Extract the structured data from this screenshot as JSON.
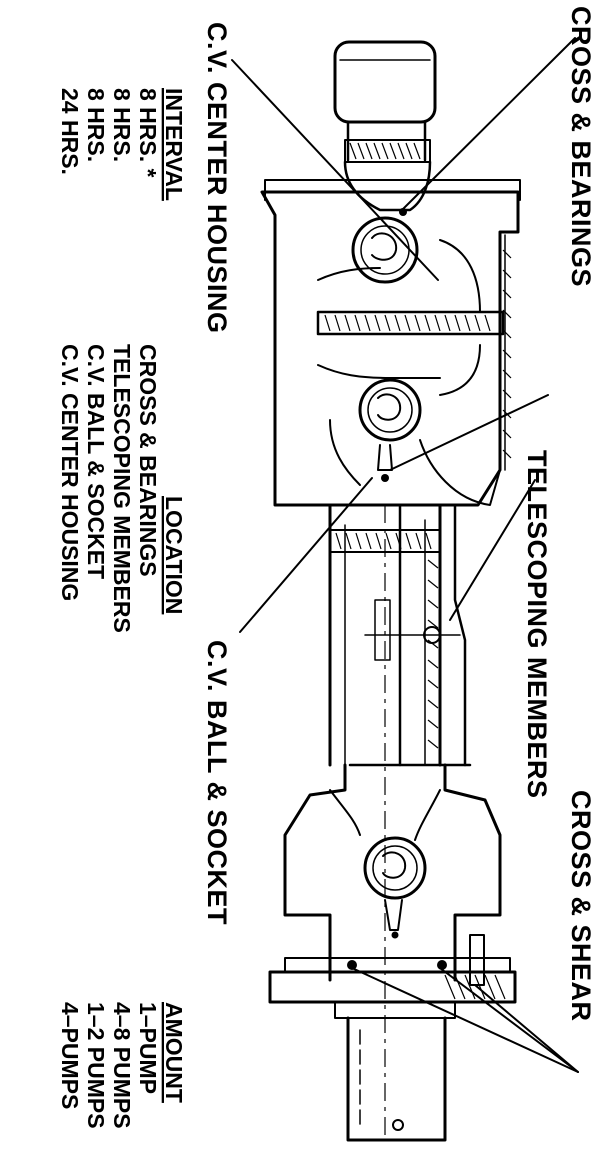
{
  "callouts": {
    "cross_bearings": "CROSS & BEARINGS",
    "cv_center_housing": "C.V. CENTER HOUSING",
    "telescoping_members": "TELESCOPING MEMBERS",
    "cv_ball_socket": "C.V. BALL & SOCKET",
    "cross_shear": "CROSS & SHEAR"
  },
  "table": {
    "headers": {
      "interval": "INTERVAL",
      "location": "LOCATION",
      "amount": "AMOUNT"
    },
    "rows": [
      {
        "interval": "8 HRS. *",
        "location": "CROSS & BEARINGS",
        "amount": "1–PUMP"
      },
      {
        "interval": "8 HRS.",
        "location": "TELESCOPING MEMBERS",
        "amount": "4–8 PUMPS"
      },
      {
        "interval": "8 HRS.",
        "location": "C.V. BALL & SOCKET",
        "amount": "1–2 PUMPS"
      },
      {
        "interval": "24 HRS.",
        "location": "C.V. CENTER HOUSING",
        "amount": "4–PUMPS"
      }
    ]
  }
}
